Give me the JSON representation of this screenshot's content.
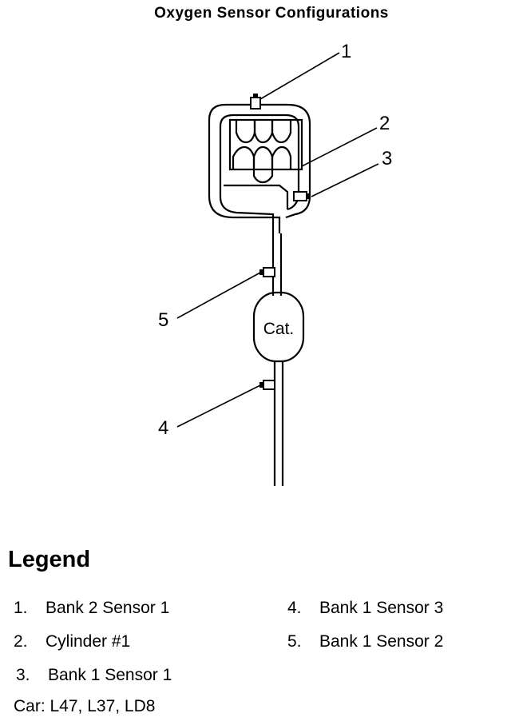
{
  "title": "Oxygen Sensor Configurations",
  "callouts": [
    "1",
    "2",
    "3",
    "4",
    "5"
  ],
  "cat_label": "Cat.",
  "legend": {
    "heading": "Legend",
    "items": [
      {
        "num": "1.",
        "label": "Bank 2 Sensor 1"
      },
      {
        "num": "2.",
        "label": "Cylinder #1"
      },
      {
        "num": "3.",
        "label": "Bank 1 Sensor 1"
      },
      {
        "num": "4.",
        "label": "Bank 1 Sensor 3"
      },
      {
        "num": "5.",
        "label": "Bank 1 Sensor 2"
      }
    ],
    "car_line": "Car: L47, L37, LD8"
  }
}
